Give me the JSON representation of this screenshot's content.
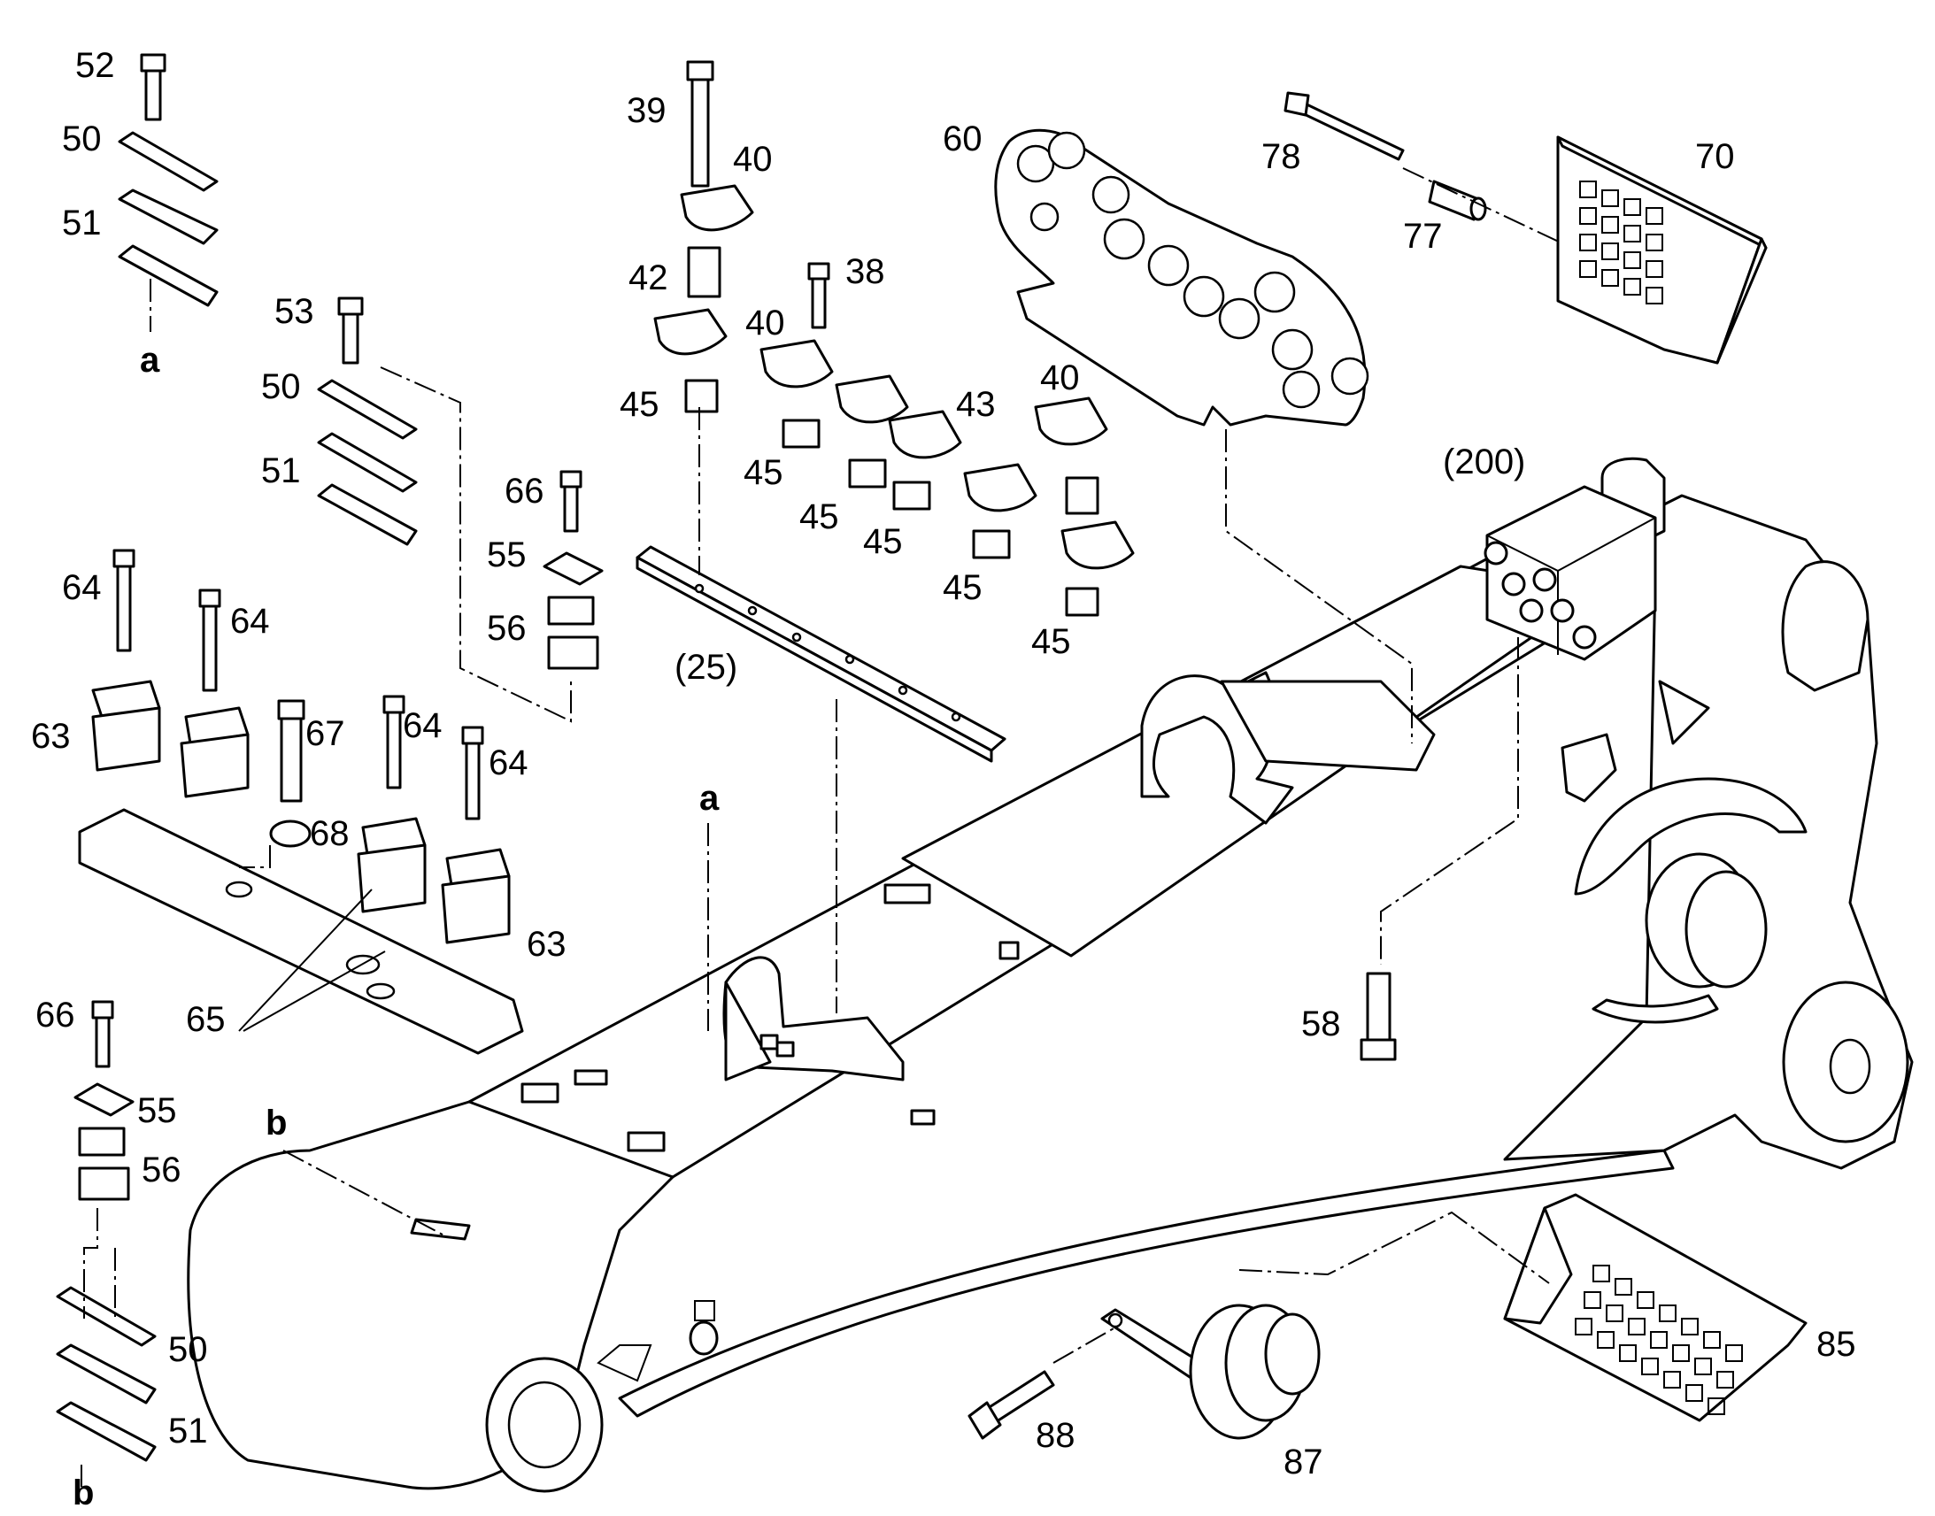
{
  "labels": {
    "n52": "52",
    "n50_a": "50",
    "n51_a": "51",
    "a_left": "a",
    "n53": "53",
    "n50_b": "50",
    "n51_b": "51",
    "n66_a": "66",
    "n55_a": "55",
    "n56_a": "56",
    "n64_a": "64",
    "n64_b": "64",
    "n67": "67",
    "n64_c": "64",
    "n64_d": "64",
    "n63_a": "63",
    "n68": "68",
    "n63_b": "63",
    "n65": "65",
    "n66_b": "66",
    "n55_b": "55",
    "n56_b": "56",
    "b_left": "b",
    "n50_c": "50",
    "n51_c": "51",
    "b_bottom": "b",
    "n39": "39",
    "n40_a": "40",
    "n42": "42",
    "n38": "38",
    "n40_b": "40",
    "n45_a": "45",
    "n45_b": "45",
    "n43": "43",
    "n45_c": "45",
    "n45_d": "45",
    "n40_c": "40",
    "n45_e": "45",
    "n45_f": "45",
    "n25": "(25)",
    "a_center": "a",
    "n60": "60",
    "n78": "78",
    "n77": "77",
    "n70": "70",
    "n200": "(200)",
    "n58": "58",
    "n85": "85",
    "n88": "88",
    "n87": "87"
  }
}
